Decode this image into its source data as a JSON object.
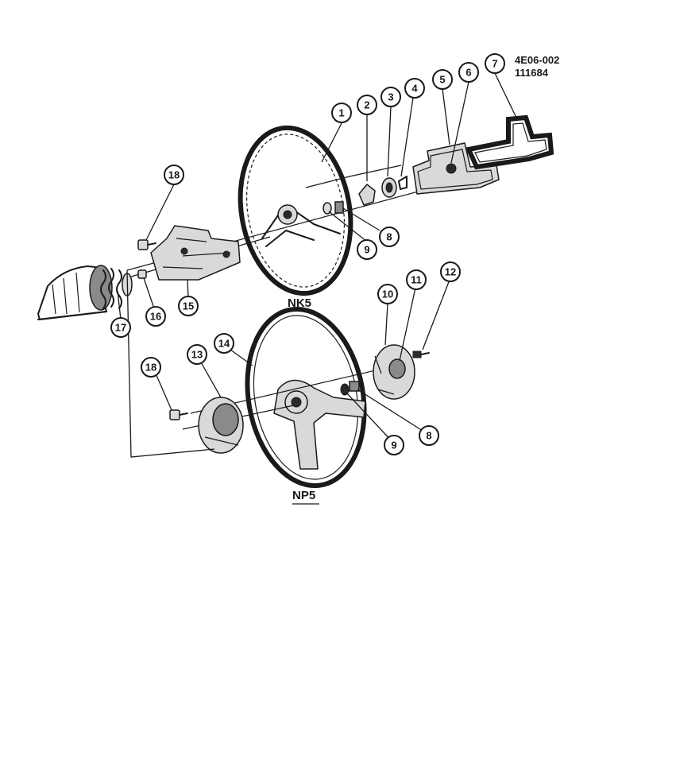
{
  "reference": {
    "code": "4E06-002",
    "number": "111684"
  },
  "variants": {
    "upper": "NK5",
    "lower": "NP5"
  },
  "callouts": {
    "c1": "1",
    "c2": "2",
    "c3": "3",
    "c4": "4",
    "c5": "5",
    "c6": "6",
    "c7": "7",
    "c8a": "8",
    "c9a": "9",
    "c10": "10",
    "c11": "11",
    "c12": "12",
    "c13": "13",
    "c14": "14",
    "c15": "15",
    "c16": "16",
    "c17": "17",
    "c18a": "18",
    "c18b": "18",
    "c8b": "8",
    "c9b": "9"
  }
}
